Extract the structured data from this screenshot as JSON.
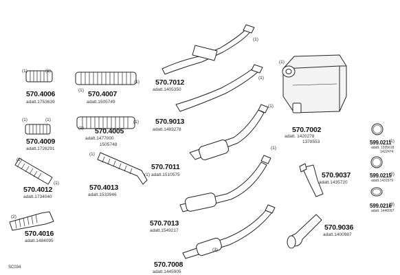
{
  "diagram_code": "SC034",
  "parts": [
    {
      "key": "p4006",
      "part": "570.4006",
      "adatt": "adatt.1753639",
      "counts": [
        "(1)",
        "(1)"
      ]
    },
    {
      "key": "p4009",
      "part": "570.4009",
      "adatt": "adatt.1726291",
      "counts": [
        "(1)",
        "(1)"
      ]
    },
    {
      "key": "p4012",
      "part": "570.4012",
      "adatt": "adatt.1734040",
      "counts": [
        "(1)",
        "(1)"
      ]
    },
    {
      "key": "p4016",
      "part": "570.4016",
      "adatt": "adatt.1484095",
      "counts": [
        "(2)"
      ]
    },
    {
      "key": "p4007",
      "part": "570.4007",
      "adatt": "adatt.1505749",
      "counts": [
        "(1)",
        "(1)"
      ]
    },
    {
      "key": "p4005",
      "part": "570.4005",
      "adatt": "adatt.1477000",
      "adatt2": "1505748",
      "counts": [
        "(1)",
        "(1)"
      ]
    },
    {
      "key": "p4013",
      "part": "570.4013",
      "adatt": "adatt.1533946",
      "counts": [
        "(1)",
        "(1)"
      ]
    },
    {
      "key": "p7012",
      "part": "570.7012",
      "adatt": "adatt.1405350",
      "counts": [
        "(1)"
      ]
    },
    {
      "key": "p9013",
      "part": "570.9013",
      "adatt": "adatt.1483278",
      "counts": [
        "(1)"
      ]
    },
    {
      "key": "p7011",
      "part": "570.7011",
      "adatt": "adatt.1510575",
      "counts": [
        "(1)"
      ]
    },
    {
      "key": "p7013",
      "part": "570.7013",
      "adatt": "adatt.1549217",
      "counts": [
        "(1)"
      ]
    },
    {
      "key": "p7008",
      "part": "570.7008",
      "adatt": "adatt.1445905",
      "counts": [
        "(3)"
      ]
    },
    {
      "key": "p7002",
      "part": "570.7002",
      "adatt": "adatt. 1420278",
      "adatt2": "1378553",
      "counts": [
        "(1)"
      ]
    },
    {
      "key": "p9037",
      "part": "570.9037",
      "adatt": "adatt.1435720",
      "counts": []
    },
    {
      "key": "p9036",
      "part": "570.9036",
      "adatt": "adatt.1400987",
      "counts": []
    },
    {
      "key": "p0211",
      "part": "599.0211",
      "adatt": "adatt. 1335618",
      "adatt2": "1422474",
      "counts": [
        "(1)"
      ]
    },
    {
      "key": "p0215",
      "part": "599.0215",
      "adatt": "adatt.1431579",
      "counts": [
        "(2)"
      ]
    },
    {
      "key": "p0216",
      "part": "599.0216",
      "adatt": "adatt. 1446097",
      "counts": [
        "(3)"
      ]
    }
  ],
  "colors": {
    "line": "#222222",
    "fill": "#ffffff",
    "shade": "#d8d8d8"
  }
}
